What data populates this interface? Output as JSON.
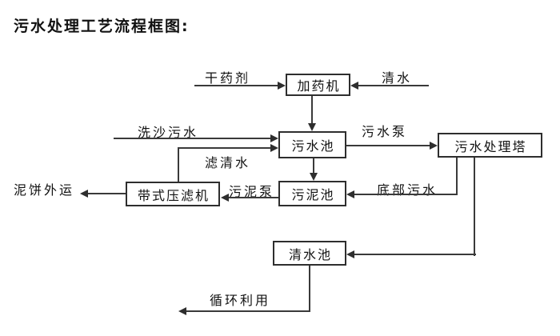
{
  "title": "污水处理工艺流程框图:",
  "colors": {
    "background": "#ffffff",
    "line": "#3a3a3a",
    "border": "#2e2e2e",
    "text": "#111111"
  },
  "nodes": {
    "dosing_machine": {
      "label": "加药机"
    },
    "sewage_pool": {
      "label": "污水池"
    },
    "treatment_tower": {
      "label": "污水处理塔"
    },
    "sludge_pool": {
      "label": "污泥池"
    },
    "belt_filter_press": {
      "label": "带式压滤机"
    },
    "clear_water_pool": {
      "label": "清水池"
    }
  },
  "labels": {
    "dry_agent": "干药剂",
    "clear_water": "清水",
    "sand_wash": "洗沙污水",
    "filtered_water": "滤清水",
    "sewage_pump": "污水泵",
    "bottom_sewage": "底部污水",
    "sludge_pump": "污泥泵",
    "mud_cake_out": "泥饼外运",
    "recycle_use": "循环利用"
  },
  "edges": [
    {
      "from": "dry_agent_input",
      "to": "dosing_machine",
      "label": "干药剂"
    },
    {
      "from": "clear_water_input",
      "to": "dosing_machine",
      "label": "清水"
    },
    {
      "from": "dosing_machine",
      "to": "sewage_pool",
      "label": ""
    },
    {
      "from": "sand_wash_input",
      "to": "sewage_pool",
      "label": "洗沙污水"
    },
    {
      "from": "belt_filter_press",
      "to": "sewage_pool",
      "label": "滤清水"
    },
    {
      "from": "sewage_pool",
      "to": "treatment_tower",
      "label": "污水泵"
    },
    {
      "from": "sewage_pool",
      "to": "sludge_pool",
      "label": ""
    },
    {
      "from": "treatment_tower",
      "to": "sludge_pool",
      "label": "底部污水"
    },
    {
      "from": "treatment_tower",
      "to": "clear_water_pool",
      "label": ""
    },
    {
      "from": "sludge_pool",
      "to": "belt_filter_press",
      "label": "污泥泵"
    },
    {
      "from": "belt_filter_press",
      "to": "outside",
      "label": "泥饼外运"
    },
    {
      "from": "clear_water_pool",
      "to": "reuse",
      "label": "循环利用"
    }
  ]
}
